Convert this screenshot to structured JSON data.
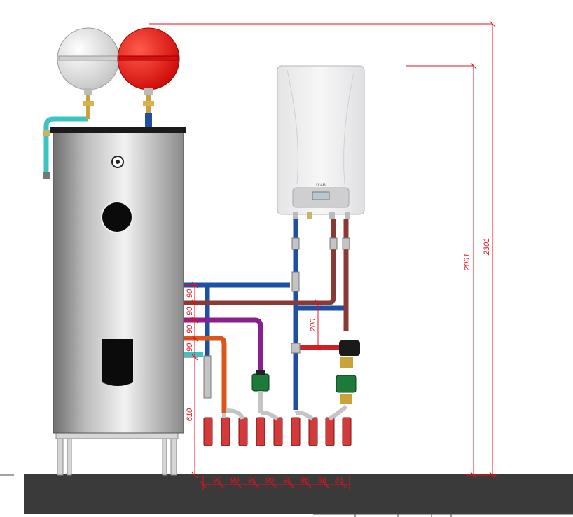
{
  "boiler": {
    "brand": "IXAB"
  },
  "dimensions": {
    "height_total": "2301",
    "height_boiler": "2091",
    "vertical_spacings": [
      "90",
      "90",
      "90",
      "90"
    ],
    "outlet_height": "610",
    "pipe_gap": "200",
    "outlet_spacings": [
      "90",
      "90",
      "90",
      "90",
      "90",
      "86",
      "86",
      "86"
    ]
  },
  "colors": {
    "cold_water": "#1f4fa0",
    "heating_return": "#8a3a34",
    "hot_water_supply": "#8a1f8f",
    "recirculation": "#d9571a",
    "make_up": "#3cc4c4",
    "expansion_red": "#e01010",
    "dimension_line": "#e8101a",
    "floor": "#3a3a3a"
  }
}
